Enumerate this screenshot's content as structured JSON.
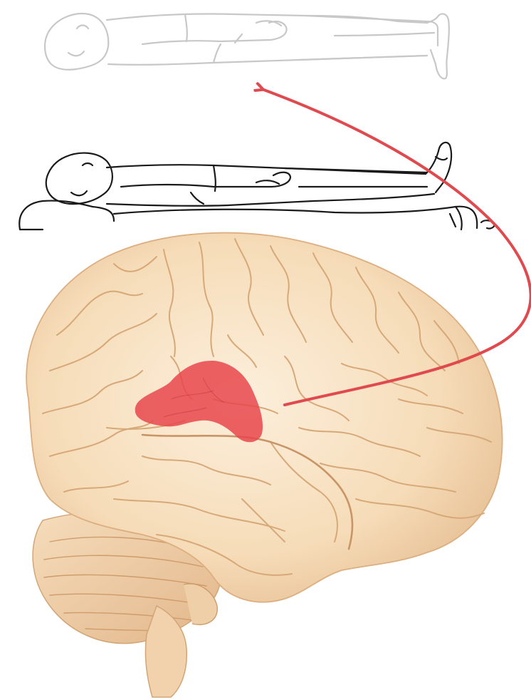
{
  "colors": {
    "background": "#ffffff",
    "ghost_outline": "#c8c8c8",
    "body_outline": "#1a1a1a",
    "brain_fill": "#f8e2c2",
    "brain_shadow": "#e9c49a",
    "sulcus_line": "#d7a878",
    "highlight": "#e8474c",
    "arrow": "#e04a4e"
  },
  "figures": {
    "ghost_body": "floating-body-outline",
    "lying_body": "person-lying-on-bed",
    "brain": "brain-lateral-view",
    "region": "highlighted-brain-region",
    "arrow": "curved-arrow"
  }
}
